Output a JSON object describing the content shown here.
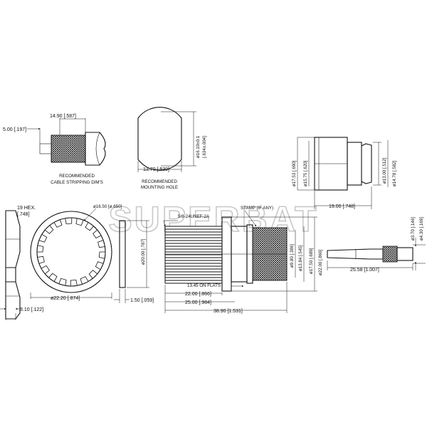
{
  "watermark": "SUPERBAT",
  "stripping": {
    "dim_a": "5.00 [.197]",
    "dim_b": "14.90 [.587]",
    "caption1": "RECOMMENDED",
    "caption2": "CABLE STRIPPING DIM'S"
  },
  "mounting_hole": {
    "dim_dia1": "ø16.10±0.1",
    "dim_dia2": "[.634±.004]",
    "dim_flat": "13.70 [.539]",
    "caption1": "RECOMMENDED",
    "caption2": "MOUNTING HOLE"
  },
  "ferrule": {
    "d1": "ø17.53 [.690]",
    "d2": "ø15.75 [.620]",
    "d3": "ø13.00 [.512]",
    "d4": "ø14.78 [.582]",
    "len": "19.00 [.748]"
  },
  "nut": {
    "hex1": "19 HEX.",
    "hex2": "[.748]",
    "thick": "3.10 [.122]"
  },
  "washer": {
    "inner": "ø16.50 [ø.650]",
    "outer": "ø22.20 [.874]"
  },
  "gasket": {
    "dia": "ø20.00 [.787]",
    "thick": "1.50 [.059]"
  },
  "connector": {
    "thread": "5/8-24UNEF-2A",
    "stamp": "STAMP (IF ANY)",
    "d1": "ø9.80 [.386]",
    "d2": "ø13.84 [.545]",
    "d3": "ø17.50 [.689]",
    "d4": "ø22.00 [.866]",
    "flats": "13.45 ON FLATS",
    "l1": "22.00 [.866]",
    "l2": "25.00 [.984]",
    "l3": "38.90 [1.531]"
  },
  "pin": {
    "d1": "ø3.70 [.146]",
    "d2": "ø4.30 [.169]",
    "len": "25.58 [1.007]"
  }
}
